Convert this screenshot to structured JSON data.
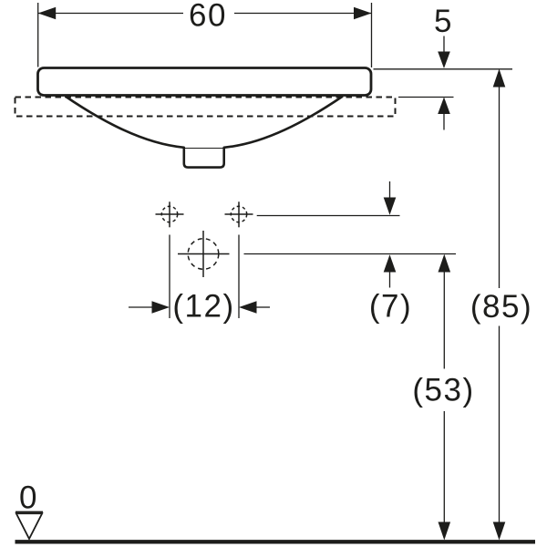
{
  "drawing": {
    "background": "#ffffff",
    "line_color": "#1d1d1b",
    "labels": {
      "overall_width": "60",
      "rim_thickness": "5",
      "tap_hole_spacing": "(12)",
      "supply_drain_offset": "(7)",
      "rim_height_above_floor": "(85)",
      "drain_height_above_floor": "(53)",
      "floor_datum": "0"
    }
  }
}
